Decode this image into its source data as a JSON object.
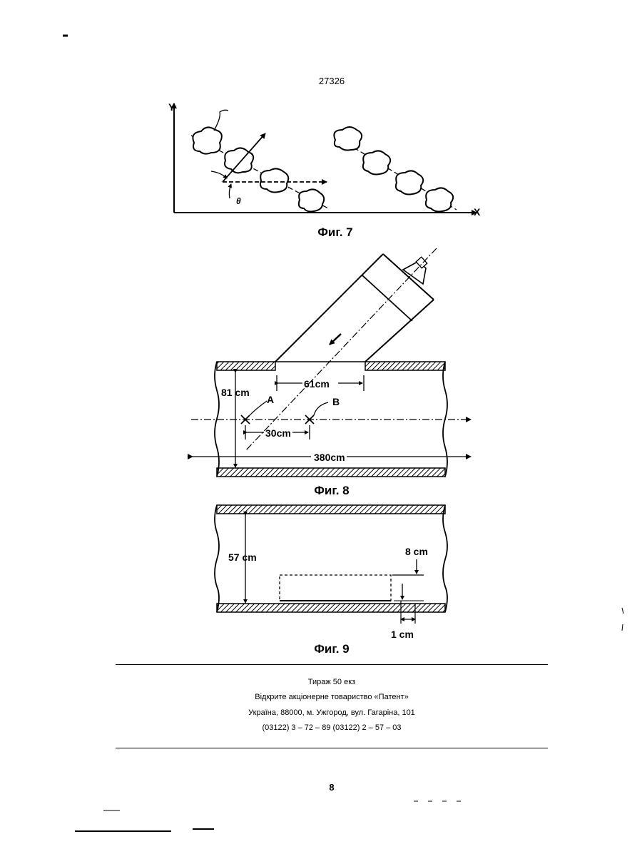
{
  "header": {
    "patent_number": "27326"
  },
  "fig7": {
    "caption": "Фиг. 7",
    "axis_y": "Y",
    "axis_x": "X",
    "angle_label": "θ"
  },
  "fig8": {
    "caption": "Фиг. 8",
    "dim_height": "81 cm",
    "dim_opening": "61cm",
    "dim_ab": "30cm",
    "dim_length": "380cm",
    "point_a": "A",
    "point_b": "B"
  },
  "fig9": {
    "caption": "Фиг. 9",
    "dim_height": "57 cm",
    "dim_top": "8 cm",
    "dim_bottom": "1 cm"
  },
  "footer": {
    "line1": "Тираж 50 екз",
    "line2": "Відкрите акціонерне товариство «Патент»",
    "line3": "Україна, 88000, м. Ужгород, вул. Гагаріна, 101",
    "line4": "(03122) 3 – 72 – 89   (03122) 2 – 57 – 03"
  },
  "page": {
    "number": "8"
  }
}
